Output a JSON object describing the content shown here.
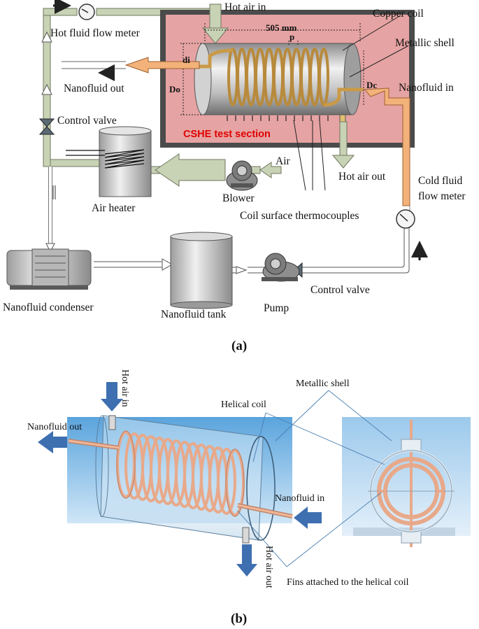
{
  "panel_a": {
    "caption": "(a)",
    "labels": {
      "hot_fluid_flow_meter": "Hot fluid flow meter",
      "hot_air_in": "Hot air in",
      "copper_coil": "Copper coil",
      "metallic_shell": "Metallic shell",
      "length": "505 mm",
      "pitch": "p",
      "di": "di",
      "do": "Do",
      "dc": "Dc",
      "nanofluid_out": "Nanofluid out",
      "nanofluid_in": "Nanofluid in",
      "test_section": "CSHE test section",
      "control_valve_top": "Control valve",
      "air": "Air",
      "air_heater": "Air heater",
      "blower": "Blower",
      "hot_air_out": "Hot air out",
      "cold_fluid_flow_meter_1": "Cold fluid",
      "cold_fluid_flow_meter_2": "flow meter",
      "coil_surface_thermocouples": "Coil surface thermocouples",
      "nanofluid_condenser": "Nanofluid condenser",
      "nanofluid_tank": "Nanofluid tank",
      "pump": "Pump",
      "control_valve_bottom": "Control valve"
    },
    "colors": {
      "shell_box": "#4a4a4a",
      "shell_fill": "#e6a3a3",
      "pipe": "#c8d2b4",
      "hot_pipe": "#f2b27a",
      "copper": "#b88a3c",
      "label_red": "#e00000"
    }
  },
  "panel_b": {
    "caption": "(b)",
    "labels": {
      "hot_air_in": "Hot air in",
      "metallic_shell": "Metallic shell",
      "helical_coil": "Helical coil",
      "nanofluid_out": "Nanofluid out",
      "nanofluid_in": "Nanofluid in",
      "hot_air_out": "Hot air out",
      "fins": "Fins attached to the helical coil"
    },
    "colors": {
      "background": "#7fb8e6",
      "arrow": "#3e6fb0",
      "coil": "#e8a98a"
    }
  }
}
